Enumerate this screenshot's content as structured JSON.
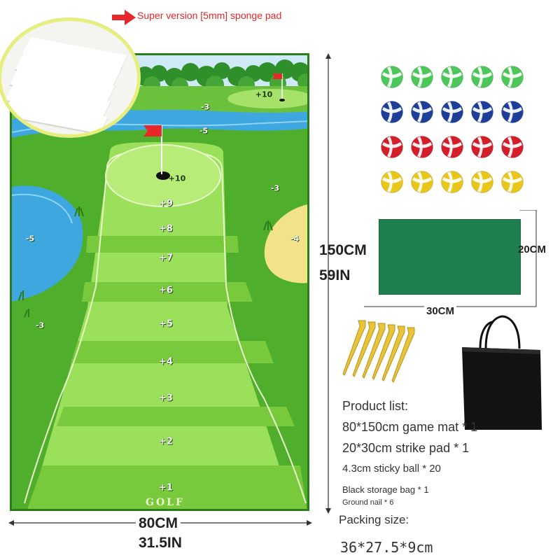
{
  "callout": {
    "label": "Super version [5mm] sponge pad",
    "arrow_color": "#e8272a"
  },
  "mat": {
    "scores": {
      "plus10_top": "+10",
      "minus3_top": "-3",
      "minus5_top": "-5",
      "plus10_hole": "+10",
      "minus3_right": "-3",
      "minus5_left": "-5",
      "minus4_sand": "-4",
      "minus3_bottom_left": "-3",
      "plus9": "+9",
      "plus8": "+8",
      "plus7": "+7",
      "plus6": "+6",
      "plus5": "+5",
      "plus4": "+4",
      "plus3": "+3",
      "plus2": "+2",
      "plus1": "+1"
    },
    "logo": "GOLF",
    "colors": {
      "grass": "#4fae2c",
      "fairway_light": "#9be05a",
      "fairway_dark": "#79c93d",
      "water": "#3ea7e0",
      "sand": "#f2e38a",
      "flag": "#e8272a"
    }
  },
  "dimensions": {
    "height_cm": "150CM",
    "height_in": "59IN",
    "width_cm": "80CM",
    "width_in": "31.5IN",
    "pad_height": "20CM",
    "pad_width": "30CM"
  },
  "balls": {
    "colors": [
      "#4cc85a",
      "#1d3f9a",
      "#d41f2a",
      "#e9c61a"
    ],
    "rows": 4,
    "per_row": 5
  },
  "products": {
    "heading": "Product list:",
    "items": [
      "80*150cm game mat * 1",
      "20*30cm strike pad * 1",
      "4.3cm sticky ball * 20",
      "Black storage bag * 1",
      "Ground nail * 6"
    ],
    "packing_label": "Packing size:",
    "packing_size": "36*27.5*9cm"
  }
}
